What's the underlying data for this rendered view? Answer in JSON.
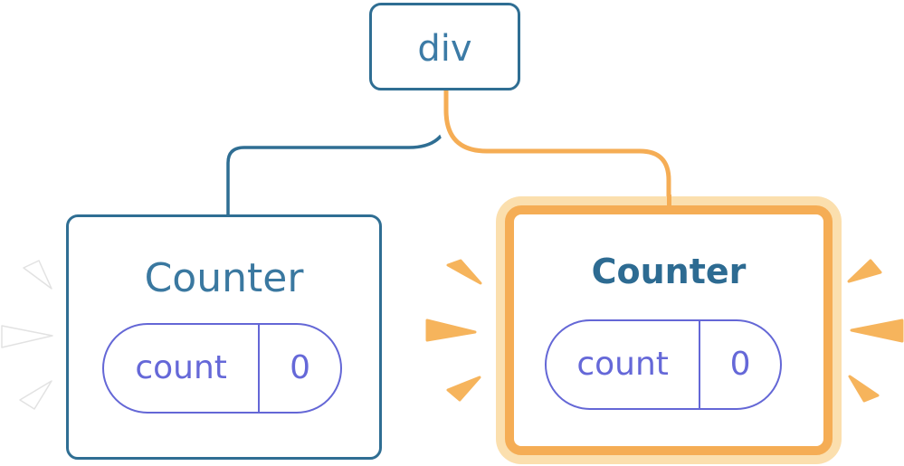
{
  "diagram": {
    "description": "React component tree diagram: a div root element with two Counter children; the right Counter is newly mounted and highlighted",
    "root": {
      "label": "div"
    },
    "children": [
      {
        "label": "Counter",
        "state": {
          "name": "count",
          "value": "0"
        },
        "highlighted": false
      },
      {
        "label": "Counter",
        "state": {
          "name": "count",
          "value": "0"
        },
        "highlighted": true
      }
    ],
    "colors": {
      "blue_stroke": "#2f6e93",
      "blue_text": "#3a78a0",
      "blue_text_bold": "#2d6b92",
      "purple": "#6467d6",
      "orange": "#f5ad55",
      "orange_halo": "#fbdfae",
      "spark_white": "#ffffff",
      "background": "#ffffff"
    }
  }
}
